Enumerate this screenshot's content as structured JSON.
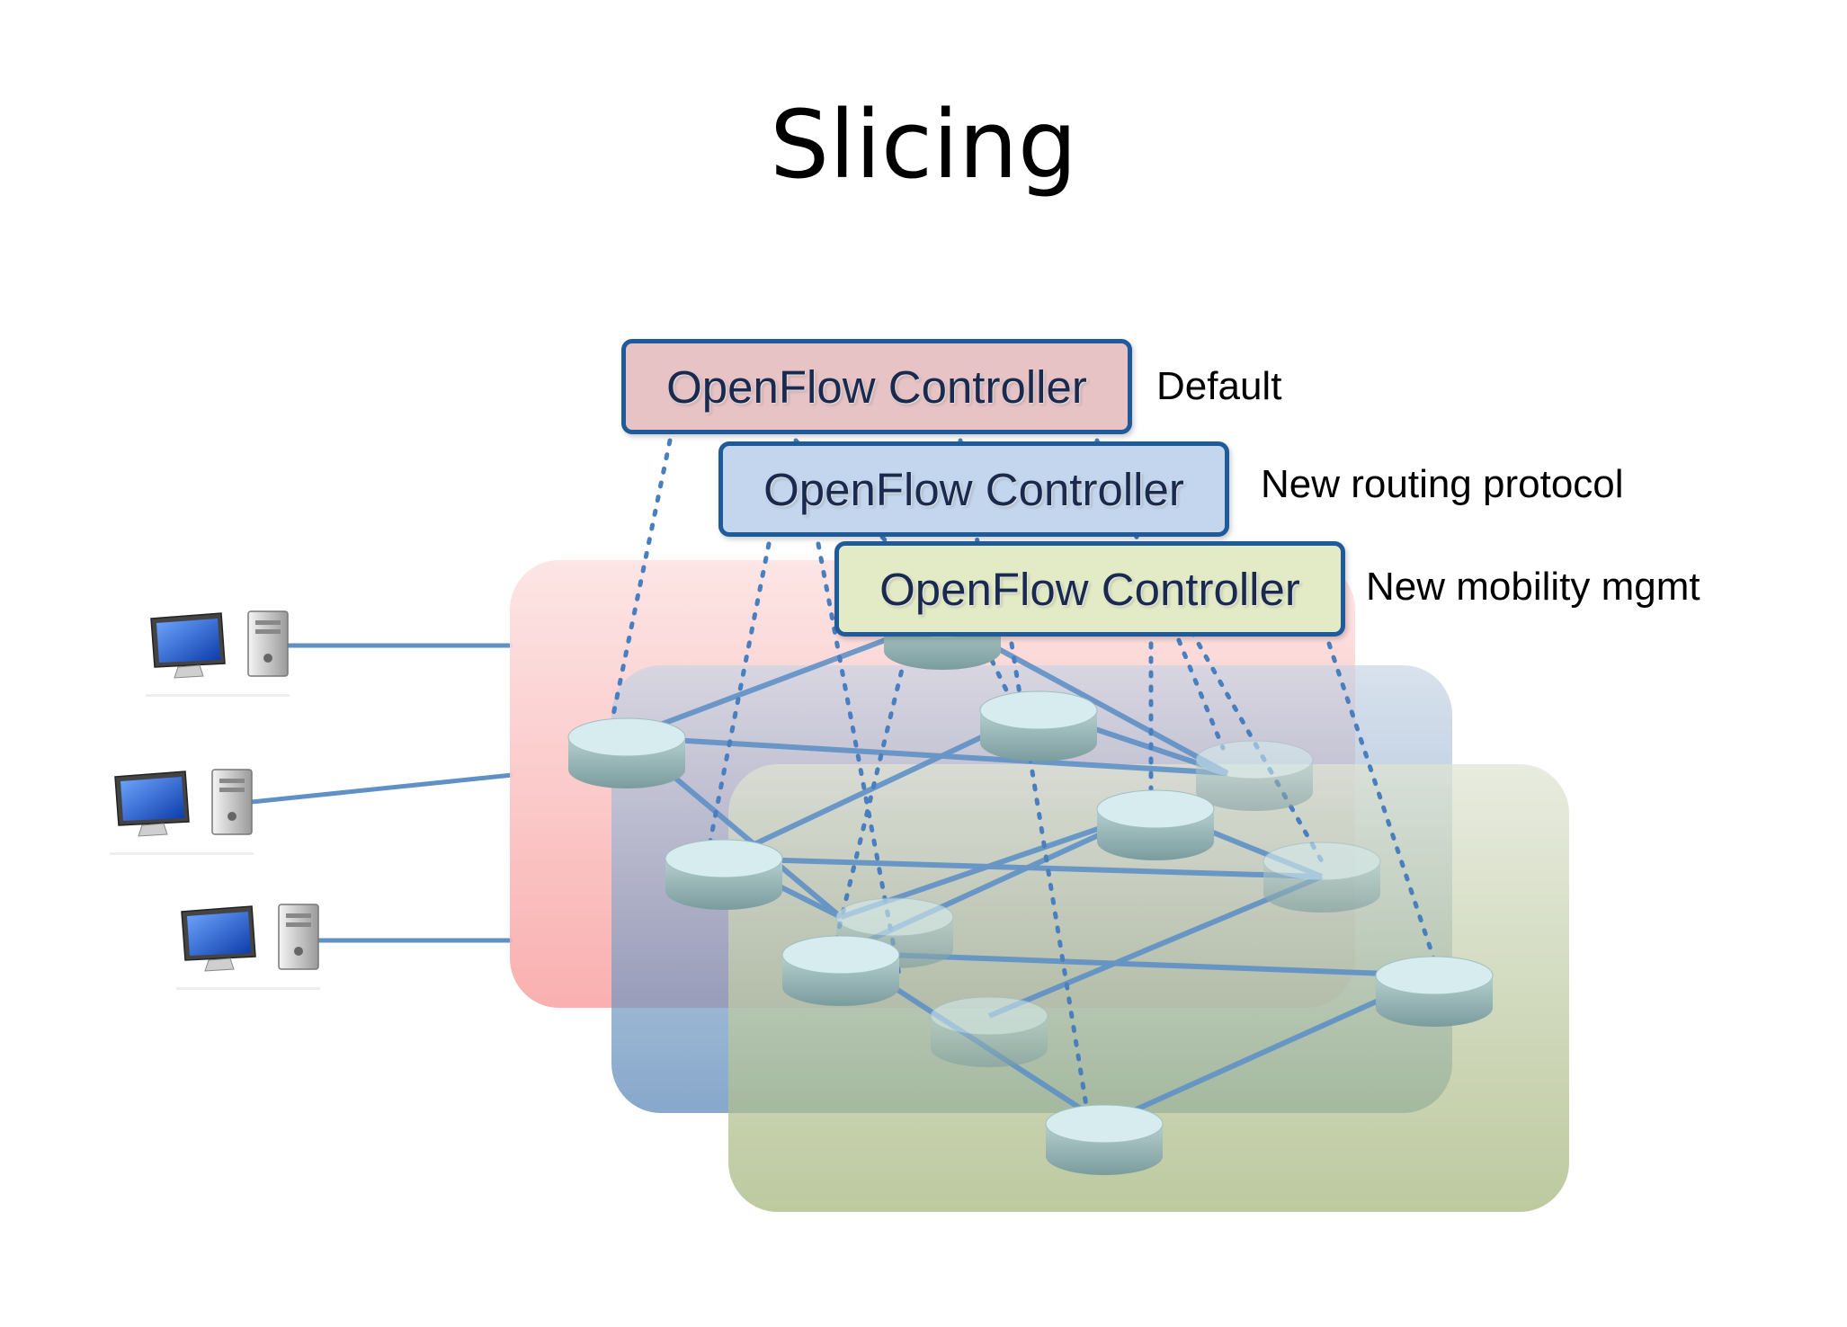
{
  "title": "Slicing",
  "controllers": [
    {
      "label": "OpenFlow Controller",
      "slice": "Default",
      "color": "#e8c3c5"
    },
    {
      "label": "OpenFlow Controller",
      "slice": "New routing protocol",
      "color": "#c3d6ee"
    },
    {
      "label": "OpenFlow Controller",
      "slice": "New mobility mgmt",
      "color": "#e3ebc6"
    }
  ],
  "hosts": [
    {
      "icon": "desktop-computer-icon"
    },
    {
      "icon": "desktop-computer-icon"
    },
    {
      "icon": "desktop-computer-icon"
    }
  ],
  "colors": {
    "slice_default": "#f7b8b8",
    "slice_routing": "#5d86b4",
    "slice_mobility": "#9fb07a",
    "link": "#5f91c6",
    "controller_border": "#1f5a9a"
  }
}
